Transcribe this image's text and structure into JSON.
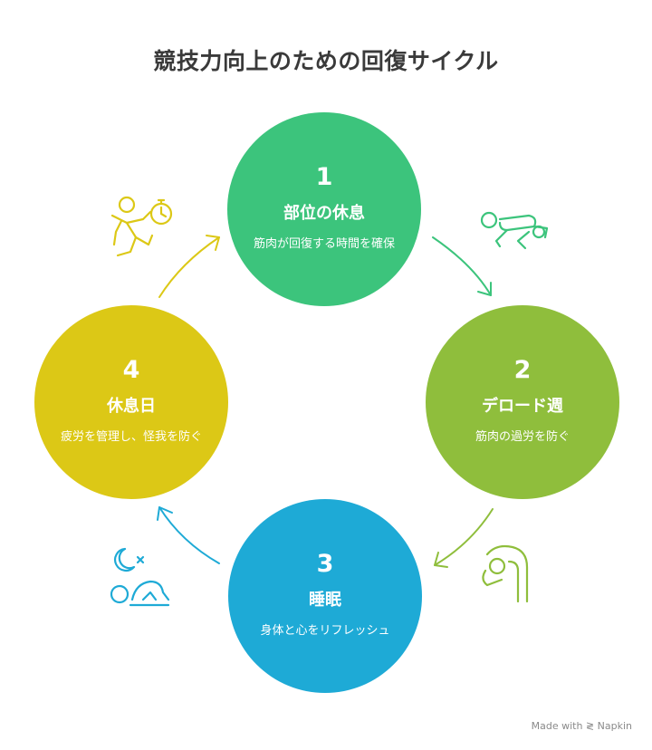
{
  "title": "競技力向上のための回復サイクル",
  "steps": [
    {
      "number": "1",
      "name": "部位の休息",
      "desc": "筋肉が回復する時間を確保",
      "color": "#3cc47c",
      "icon": "athlete-stopwatch-icon"
    },
    {
      "number": "2",
      "name": "デロード週",
      "desc": "筋肉の過労を防ぐ",
      "color": "#8fbe3c",
      "icon": "stretching-figure-icon"
    },
    {
      "number": "3",
      "name": "睡眠",
      "desc": "身体と心をリフレッシュ",
      "color": "#1eaad6",
      "icon": "sleeping-figure-icon"
    },
    {
      "number": "4",
      "name": "休息日",
      "desc": "疲労を管理し、怪我を防ぐ",
      "color": "#dcc816",
      "icon": "resting-figure-icon"
    }
  ],
  "credit": "Made with ≷ Napkin"
}
